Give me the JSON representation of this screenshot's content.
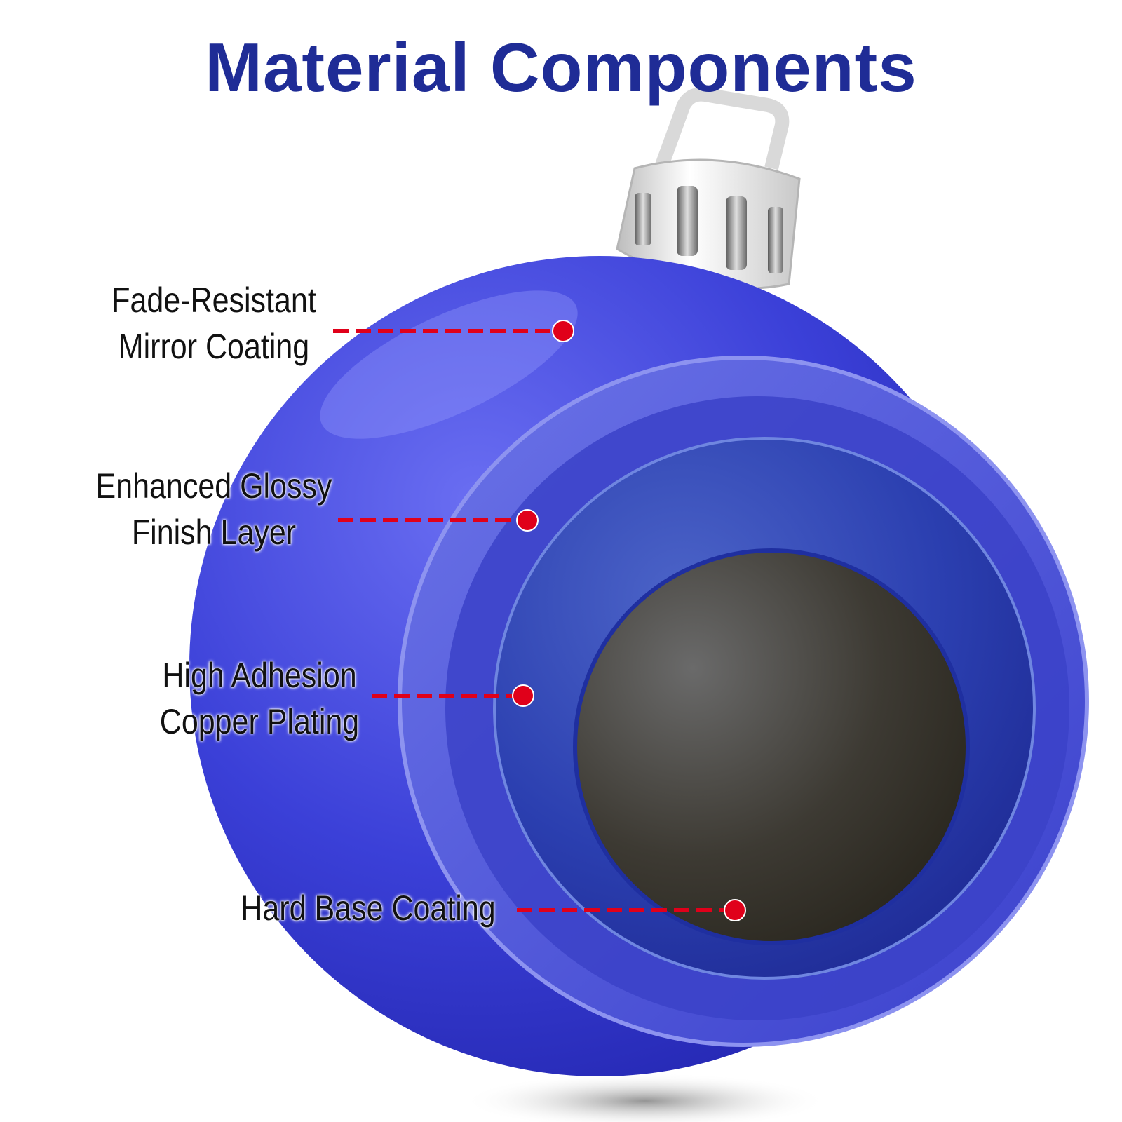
{
  "title": "Material Components",
  "colors": {
    "title": "#1f2c96",
    "ornament": "#3a3fd6",
    "ornament_dark": "#1f1fa8",
    "inner_shell": "#2b35b8",
    "base_coating": "#3a3630",
    "callout_line": "#e0001a",
    "cap": "#f2f2f2"
  },
  "callouts": [
    {
      "id": "mirror",
      "lines": [
        "Fade-Resistant",
        "Mirror Coating"
      ]
    },
    {
      "id": "glossy",
      "lines": [
        "Enhanced Glossy",
        "Finish Layer"
      ]
    },
    {
      "id": "copper",
      "lines": [
        "High Adhesion",
        "Copper Plating"
      ]
    },
    {
      "id": "base",
      "lines": [
        "Hard Base Coating"
      ]
    }
  ]
}
